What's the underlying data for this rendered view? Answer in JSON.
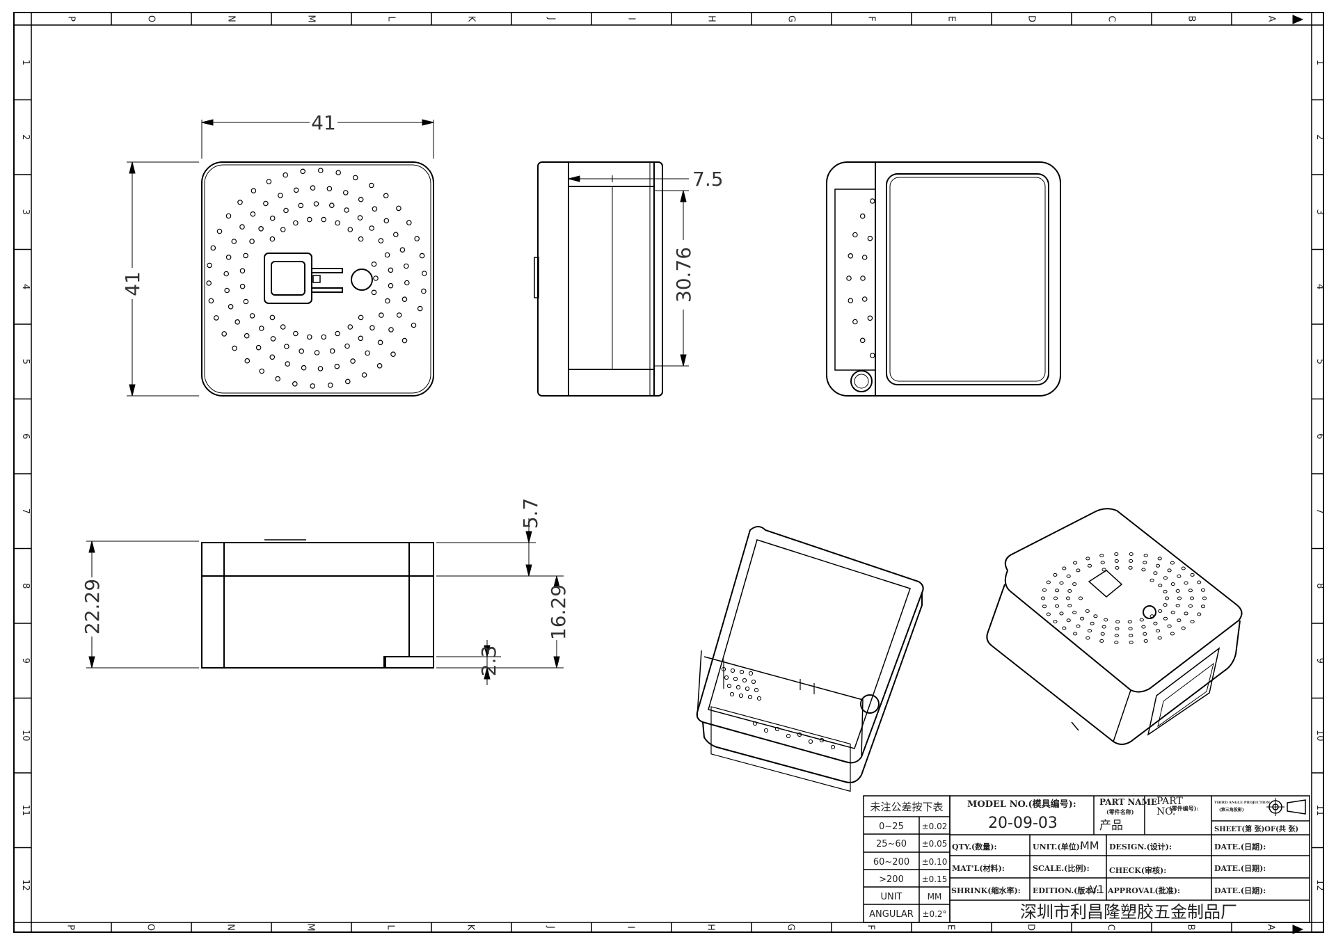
{
  "border": {
    "col_labels": [
      "P",
      "O",
      "N",
      "M",
      "L",
      "K",
      "J",
      "I",
      "H",
      "G",
      "F",
      "E",
      "D",
      "C",
      "B",
      "A"
    ],
    "row_labels": [
      "1",
      "2",
      "3",
      "4",
      "5",
      "6",
      "7",
      "8",
      "9",
      "10",
      "11",
      "12"
    ]
  },
  "dimensions": {
    "front_width": "41",
    "front_height": "41",
    "side_top": "7.5",
    "side_height": "30.76",
    "bottom_top": "5.7",
    "bottom_total": "22.29",
    "bottom_lower": "16.29",
    "bottom_step": "2.3"
  },
  "tolerance_table": {
    "title": "未注公差按下表",
    "rows": [
      {
        "range": "0~25",
        "tol": "±0.02"
      },
      {
        "range": "25~60",
        "tol": "±0.05"
      },
      {
        "range": "60~200",
        "tol": "±0.10"
      },
      {
        "range": ">200",
        "tol": "±0.15"
      },
      {
        "range": "UNIT",
        "tol": "MM"
      },
      {
        "range": "ANGULAR",
        "tol": "±0.2°"
      }
    ]
  },
  "title_block": {
    "model_label": "MODEL NO.(模具编号):",
    "model_value": "20-09-03",
    "part_name_label": "PART NAME",
    "part_name_sub": "(零件名称)",
    "part_name_value": "产品",
    "part_no_label": "PART",
    "part_no_label2": "NO.",
    "part_no_sub": "(零件编号):",
    "projection_label": "THIRD ANGLE PROJECTION",
    "projection_sub": "(第三角投影)",
    "sheet_label": "SHEET(第   张)OF(共   张)",
    "qty_label": "QTY.(数量):",
    "unit_label": "UNIT.(单位):",
    "unit_value": "MM",
    "design_label": "DESIGN.(设计):",
    "date_label_1": "DATE.(日期):",
    "matl_label": "MAT'L(材料):",
    "scale_label": "SCALE.(比例):",
    "check_label": "CHECK(审核):",
    "date_label_2": "DATE.(日期):",
    "shrink_label": "SHRINK(缩水率):",
    "edition_label": "EDITION.(版本):",
    "edition_value": "V1",
    "approval_label": "APPROVAL(批准):",
    "date_label_3": "DATE.(日期):",
    "company": "深圳市利昌隆塑胶五金制品厂"
  }
}
